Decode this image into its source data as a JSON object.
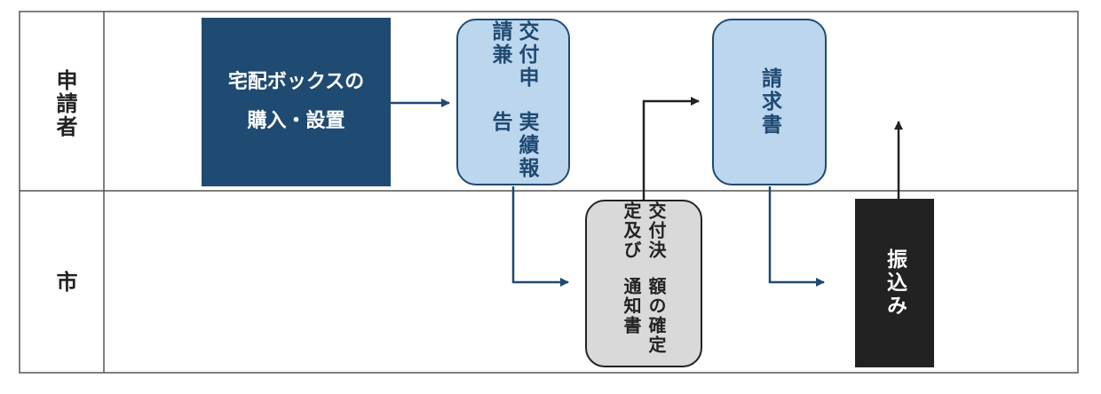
{
  "lanes": {
    "applicant": "申請者",
    "city": "市"
  },
  "nodes": {
    "install": {
      "line1": "宅配ボックスの",
      "line2": "購入・設置"
    },
    "application": {
      "line1": "交付申請兼",
      "line2": "実績報告"
    },
    "decision": {
      "line1": "交付決定及び",
      "line2": "額の確定通知書"
    },
    "invoice": {
      "text": "請求書"
    },
    "transfer": {
      "text": "振込み"
    }
  },
  "colors": {
    "dark_blue": "#1f4a72",
    "light_blue": "#bcd6ee",
    "light_gray": "#d9d9d9",
    "black_box": "#222222",
    "arrow": "#1f4a72"
  }
}
